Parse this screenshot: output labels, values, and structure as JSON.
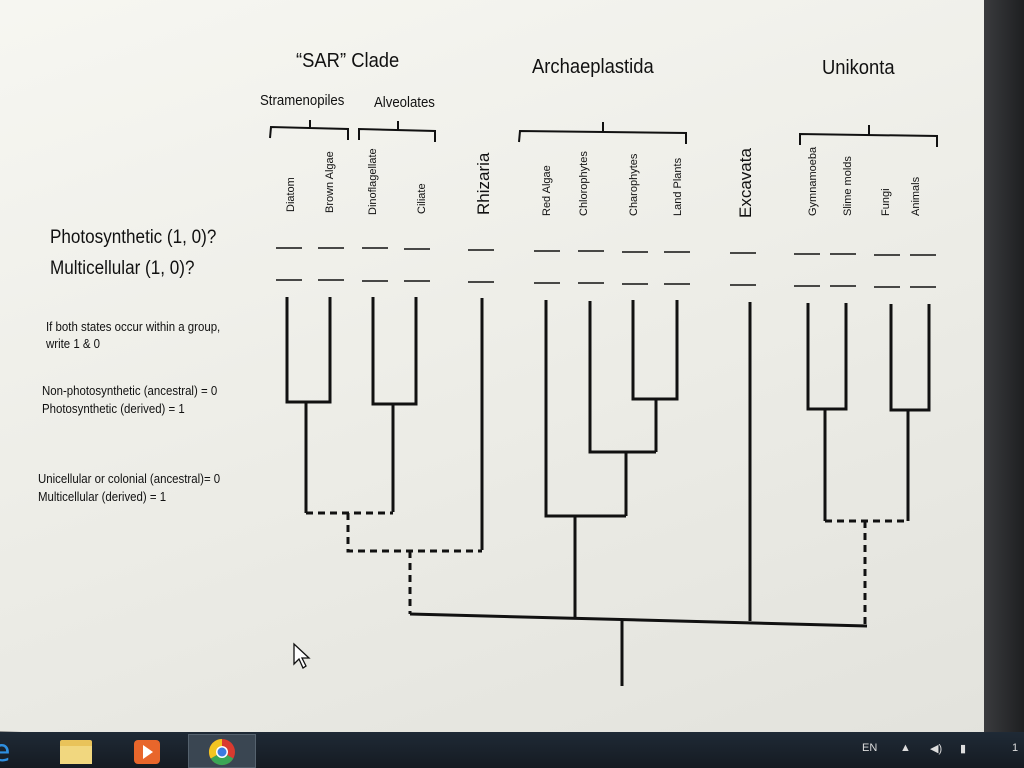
{
  "clades": {
    "sar": "“SAR” Clade",
    "archaeplastida": "Archaeplastida",
    "unikonta": "Unikonta"
  },
  "subclades": {
    "stramenopiles": "Stramenopiles",
    "alveolates": "Alveolates"
  },
  "taxa": [
    "Diatom",
    "Brown Algae",
    "Dinoflagellate",
    "Ciliate",
    "Rhizaria",
    "Red Algae",
    "Chlorophytes",
    "Charophytes",
    "Land Plants",
    "Excavata",
    "Gymnamoeba",
    "Slime molds",
    "Fungi",
    "Animals"
  ],
  "questions": {
    "photosynthetic": "Photosynthetic (1, 0)?",
    "multicellular": "Multicellular (1, 0)?"
  },
  "notes": {
    "both_states_line1": "If both states occur within a group,",
    "both_states_line2": "write 1 & 0",
    "photo_line1": "Non-photosynthetic (ancestral) = 0",
    "photo_line2": "Photosynthetic (derived) = 1",
    "multi_line1": "Unicellular or colonial (ancestral)= 0",
    "multi_line2": "Multicellular (derived) = 1"
  },
  "taskbar": {
    "language": "EN",
    "clock": "1"
  },
  "colors": {
    "ink": "#111111",
    "paper": "#f1f1ec",
    "taskbar": "#1b232c"
  }
}
